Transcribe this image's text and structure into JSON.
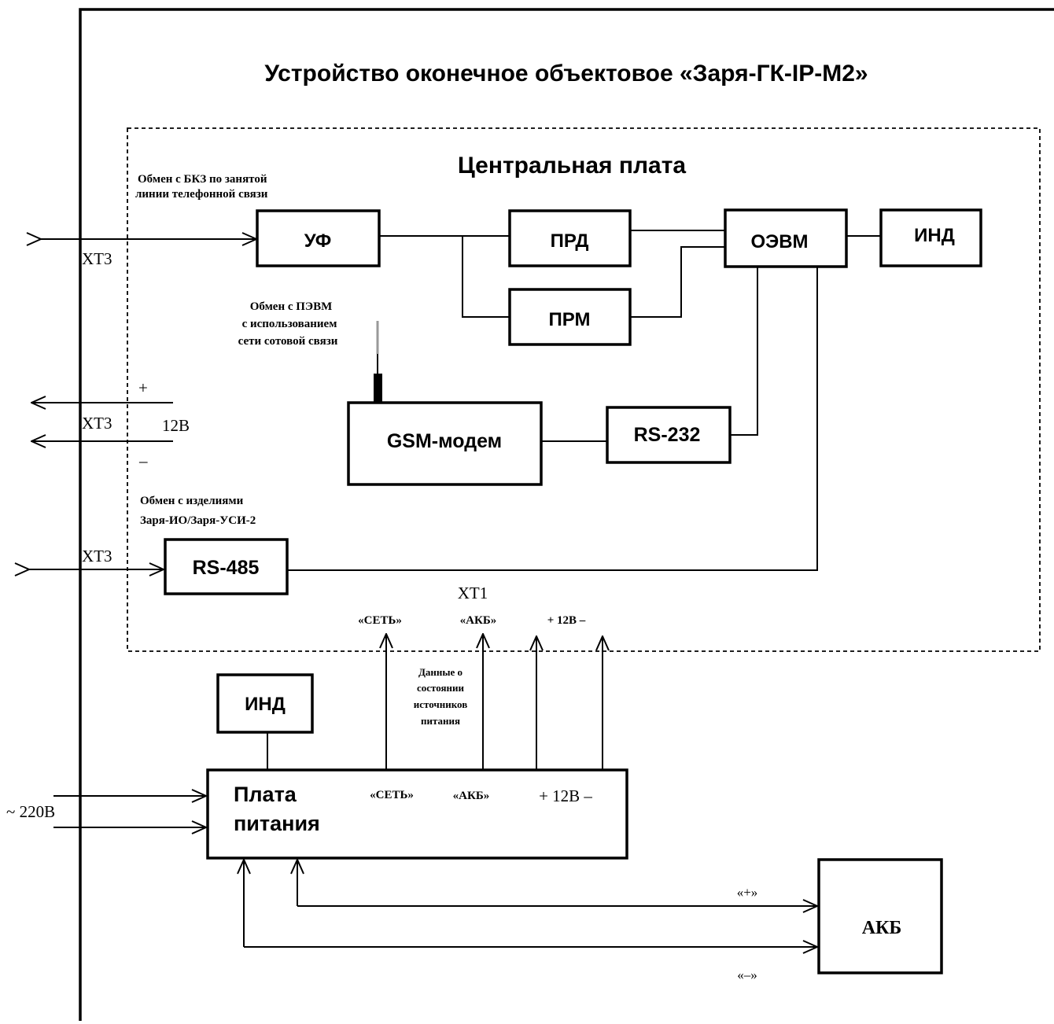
{
  "title": "Устройство оконечное объектовое «Заря-ГК-IP-М2»",
  "central_board": {
    "title": "Центральная плата",
    "blocks": {
      "uf": "УФ",
      "prd": "ПРД",
      "prm": "ПРМ",
      "oevm": "ОЭВМ",
      "ind": "ИНД",
      "gsm": "GSM-модем",
      "rs232": "RS-232",
      "rs485": "RS-485"
    },
    "notes": {
      "bkz_line1": "Обмен с БКЗ по занятой",
      "bkz_line2": "линии телефонной связи",
      "pc_line1": "Обмен с ПЭВМ",
      "pc_line2": "с использованием",
      "pc_line3": "сети сотовой связи",
      "dev_line1": "Обмен с изделиями",
      "dev_line2": "Заря-ИО/Заря-УСИ-2"
    },
    "connectors": {
      "xt3_1": "ХТ3",
      "xt3_2": "ХТ3",
      "xt3_3": "ХТ3",
      "plus": "+",
      "v12": "12В",
      "minus": "–",
      "xt1": "ХТ1",
      "set": "«СЕТЬ»",
      "akb": "«АКБ»",
      "p12": "+ 12В –"
    }
  },
  "power_board": {
    "title_line1": "Плата",
    "title_line2": "питания",
    "ind": "ИНД",
    "set": "«СЕТЬ»",
    "akb": "«АКБ»",
    "p12": "+ 12В –",
    "data_line1": "Данные о",
    "data_line2": "состоянии",
    "data_line3": "источников",
    "data_line4": "питания",
    "mains": "~ 220В"
  },
  "battery": {
    "label": "АКБ",
    "plus": "«+»",
    "minus": "«–»"
  }
}
